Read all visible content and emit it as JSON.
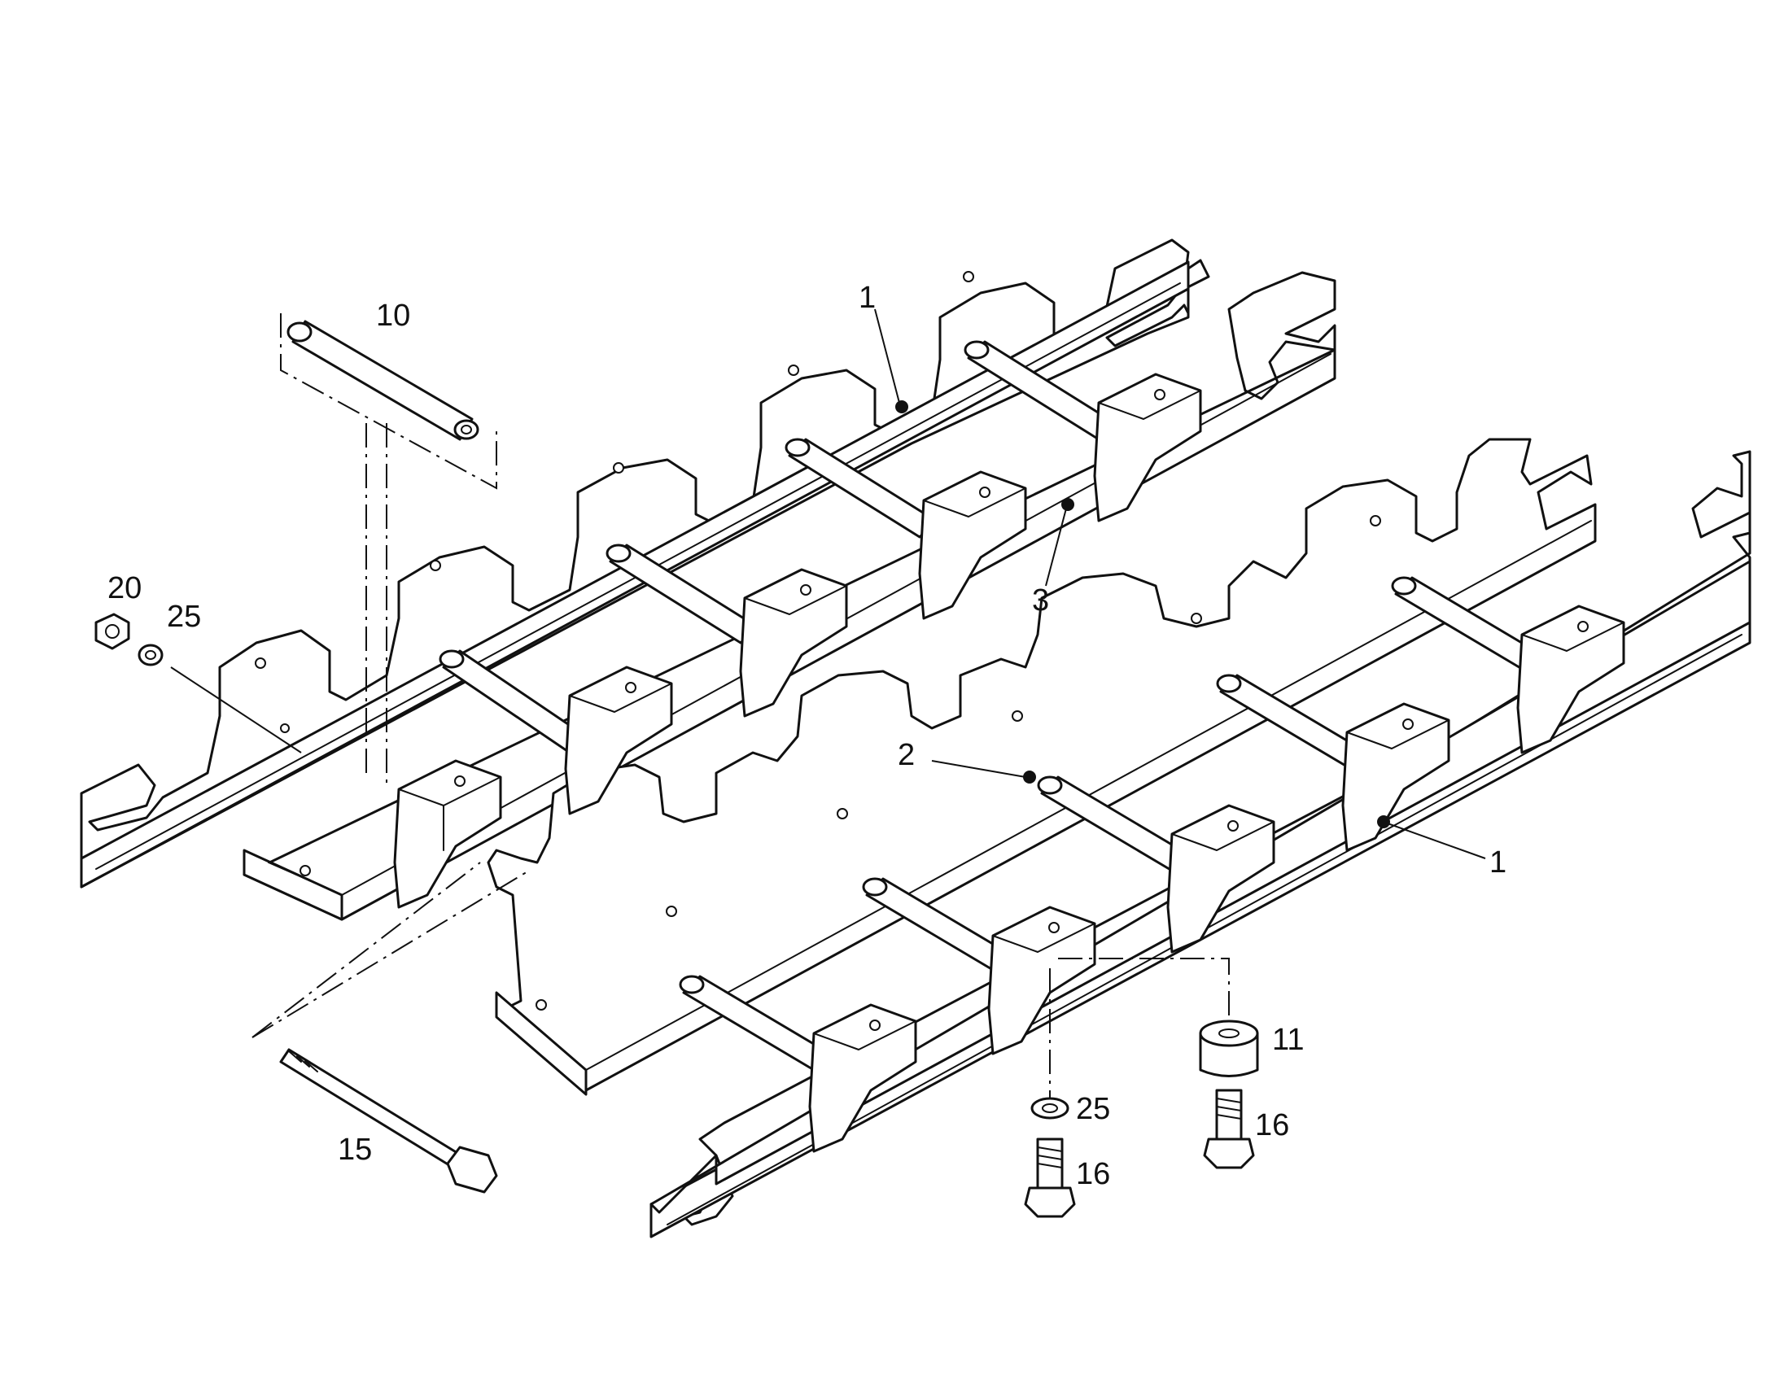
{
  "callouts": {
    "c_1_top": "1",
    "c_10": "10",
    "c_3": "3",
    "c_20": "20",
    "c_25_left": "25",
    "c_2": "2",
    "c_1_right": "1",
    "c_11": "11",
    "c_25_bottom": "25",
    "c_16_left": "16",
    "c_16_right": "16",
    "c_15": "15"
  },
  "colors": {
    "ink": "#111111",
    "paper": "#ffffff"
  }
}
